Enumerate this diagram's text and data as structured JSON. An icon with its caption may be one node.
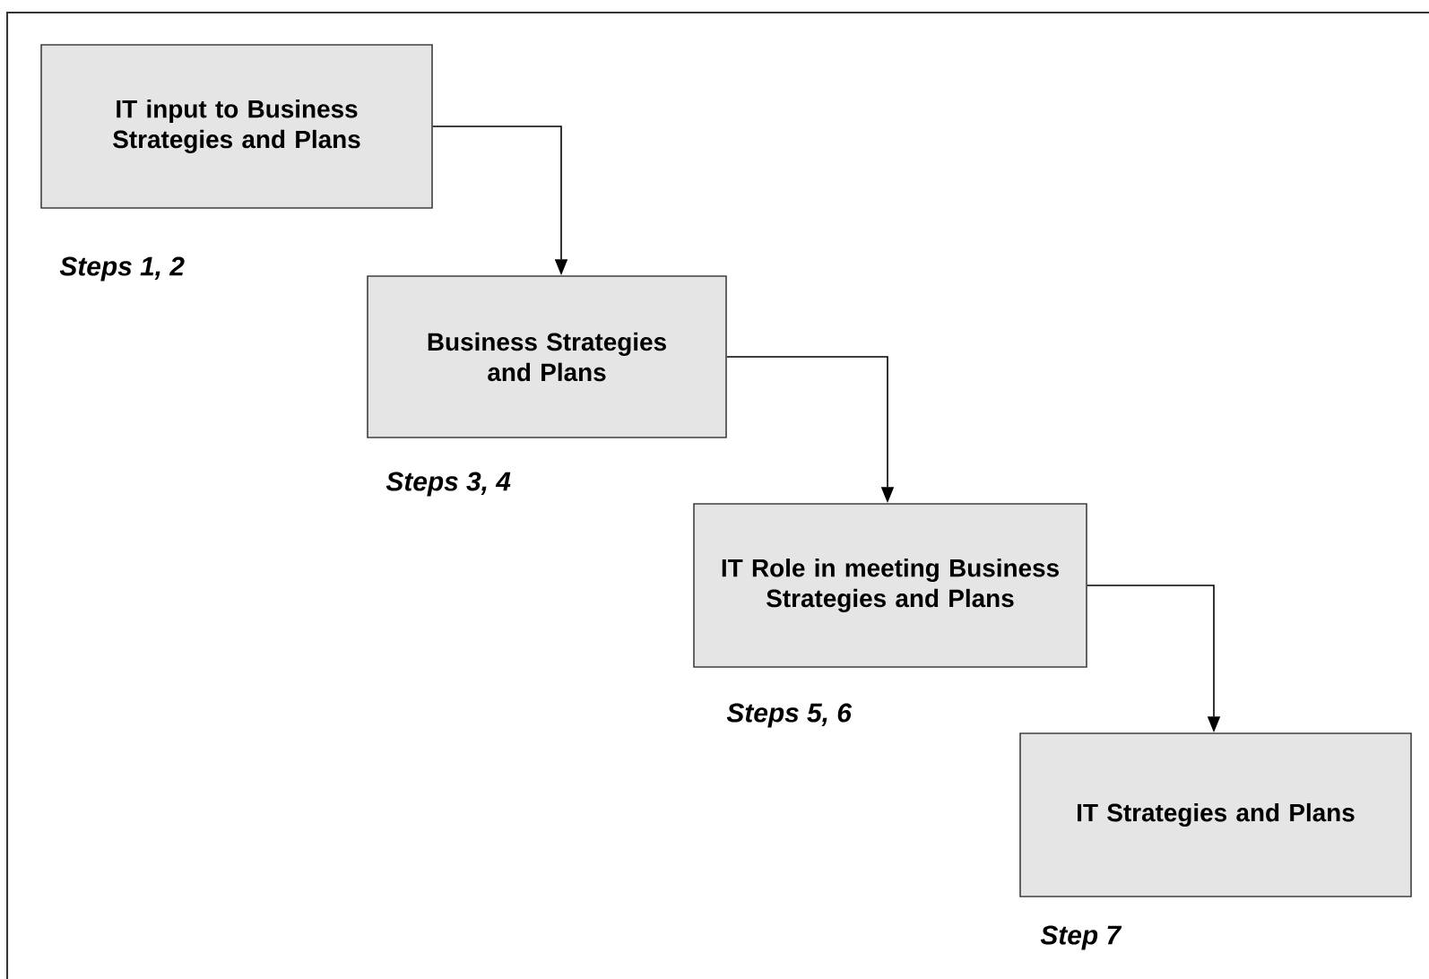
{
  "diagram": {
    "nodes": [
      {
        "text": [
          "IT input to Business Strategies and Plans"
        ],
        "beside": [
          "Steps 1, 2"
        ]
      },
      {
        "text": [
          "Business Strategies and Plans"
        ],
        "beside": [
          "Steps 3, 4"
        ]
      },
      {
        "text": [
          "IT Role in meeting Business Strategies and Plans"
        ],
        "beside": [
          "Steps 5, 6"
        ]
      },
      {
        "text": [
          "IT Strategies and Plans"
        ],
        "beside": [
          "Step 7"
        ]
      }
    ],
    "edges": [
      {
        "from": 0,
        "to": 1,
        "arrow": "to"
      },
      {
        "from": 1,
        "to": 2,
        "arrow": "to"
      },
      {
        "from": 2,
        "to": 3,
        "arrow": "to"
      }
    ]
  }
}
